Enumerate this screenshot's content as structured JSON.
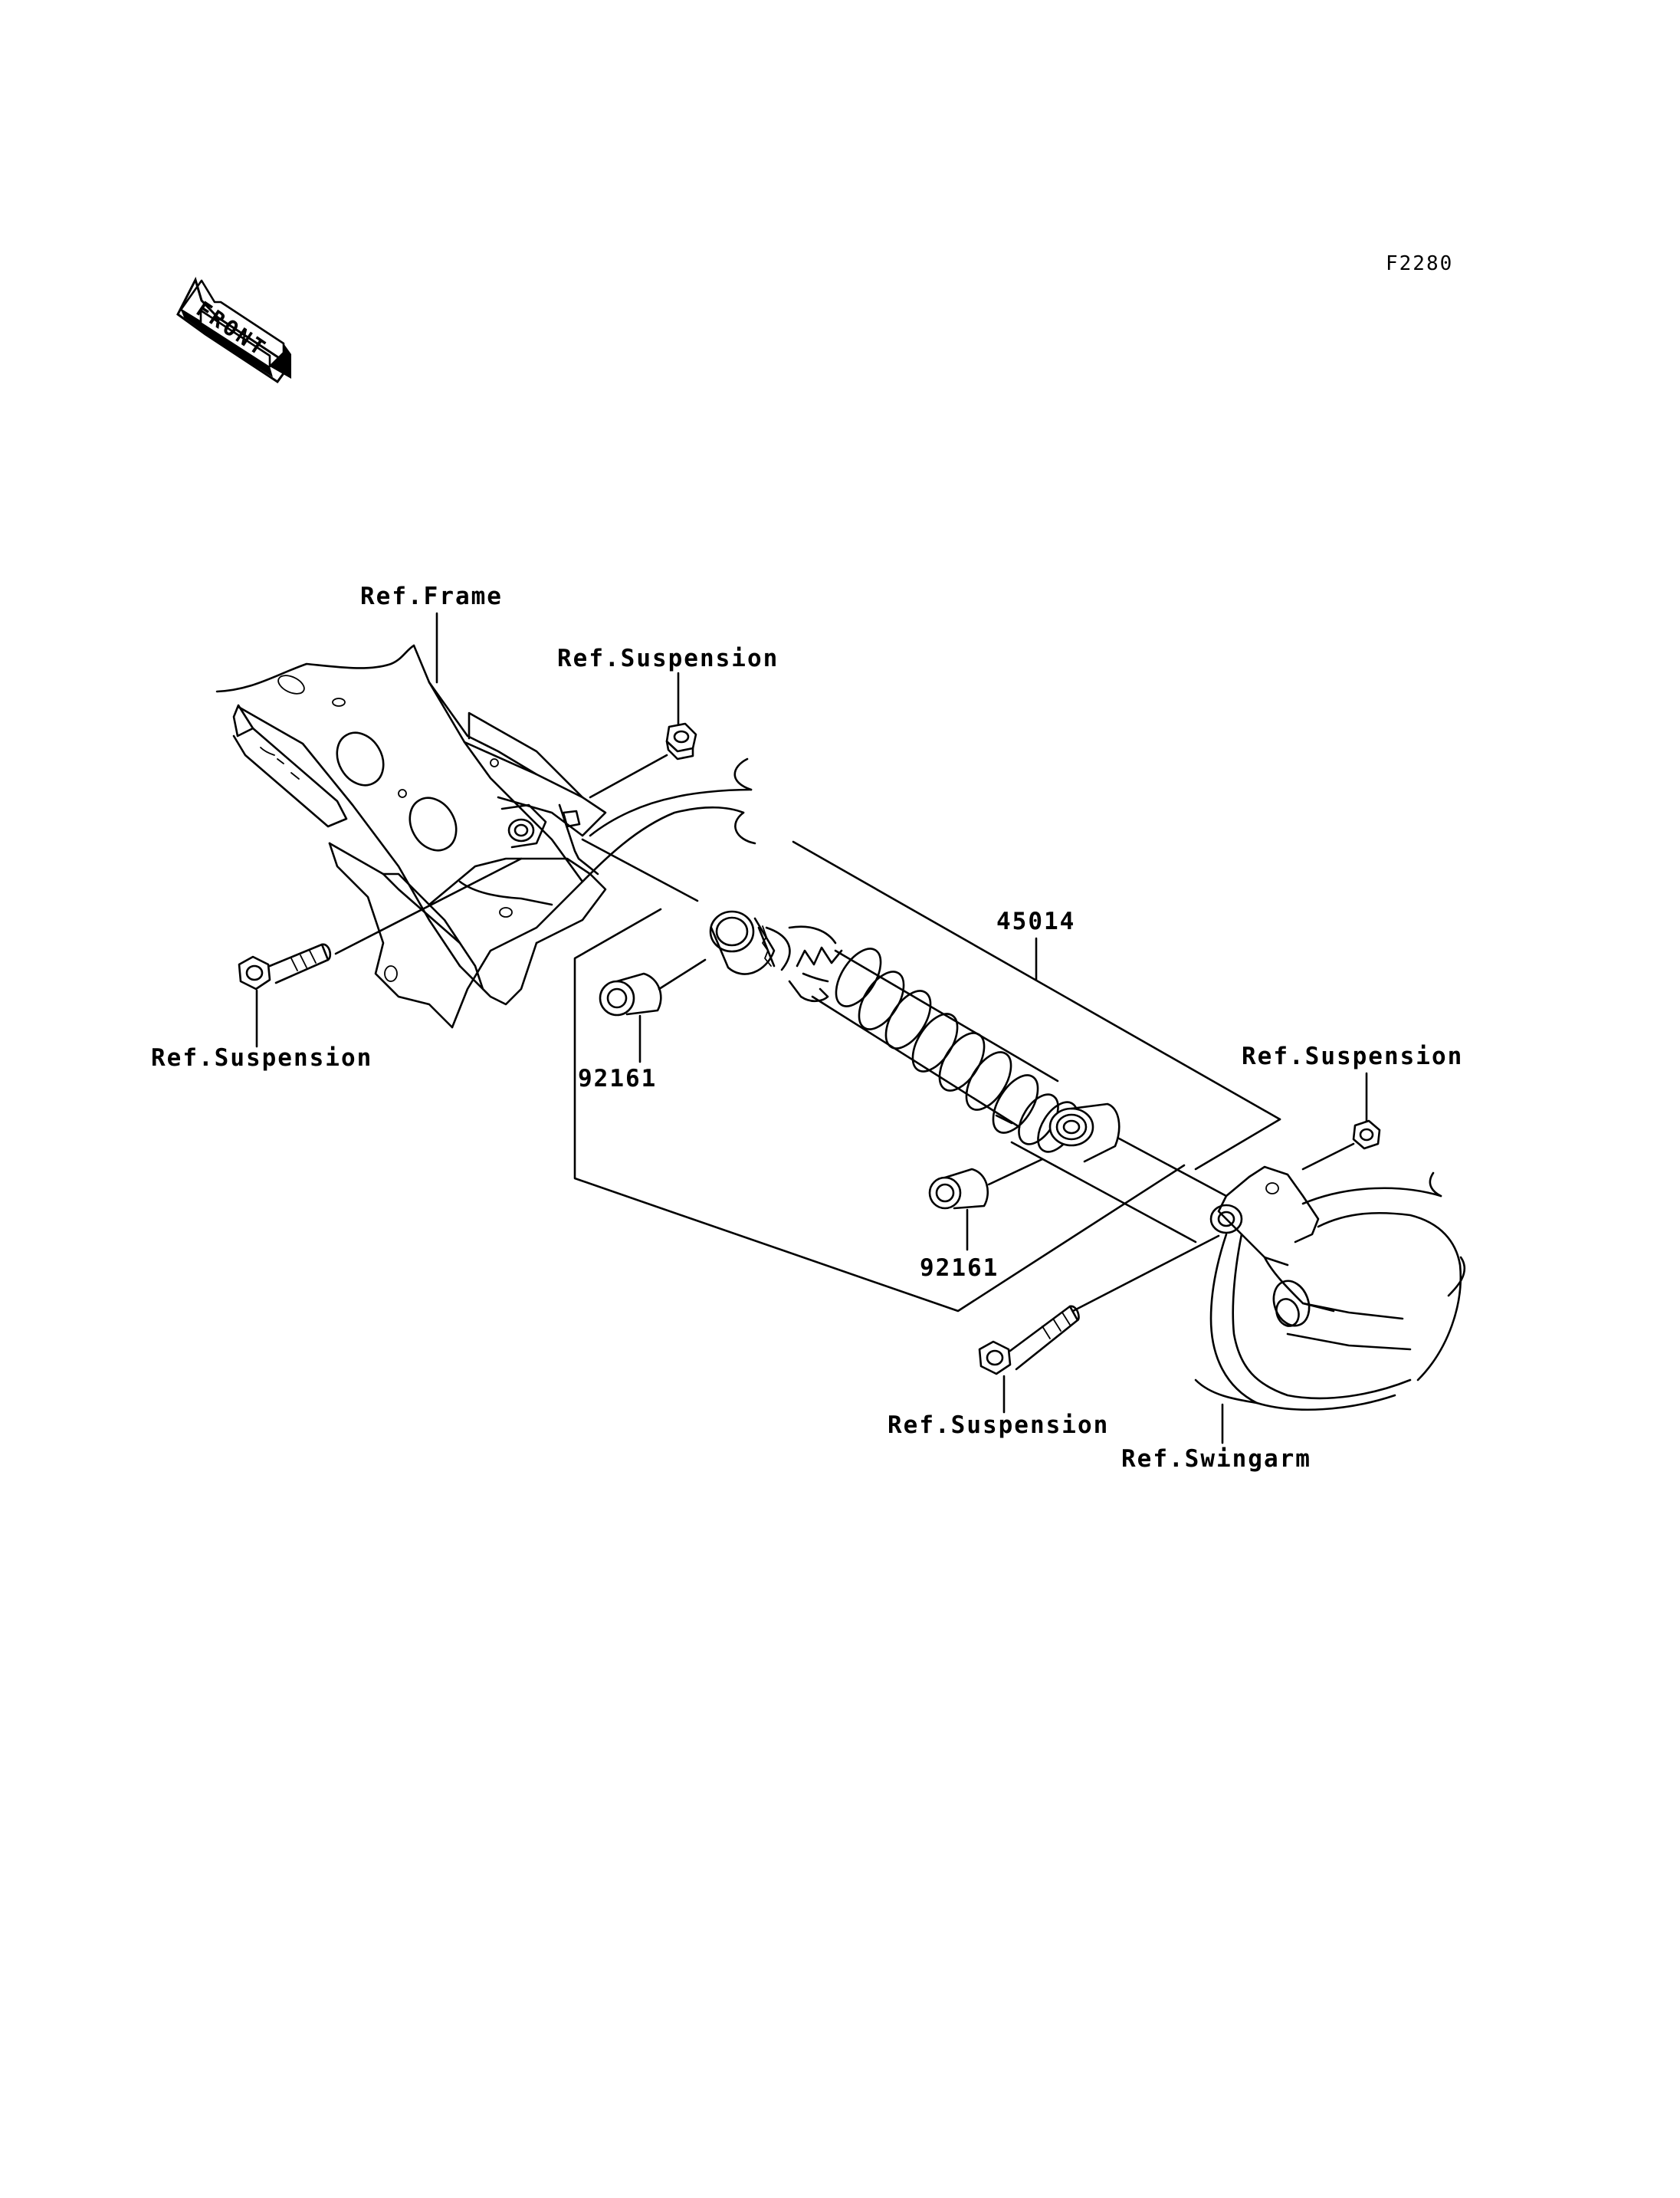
{
  "figure_code": "F2280",
  "front_arrow": {
    "text": "FRONT",
    "icon": "front-direction-arrow-icon"
  },
  "labels": {
    "ref_frame": "Ref.Frame",
    "ref_suspension_top": "Ref.Suspension",
    "ref_suspension_left": "Ref.Suspension",
    "ref_suspension_right": "Ref.Suspension",
    "ref_suspension_bottom": "Ref.Suspension",
    "ref_swingarm": "Ref.Swingarm",
    "part_shock_absorber": "45014",
    "part_bushing_upper": "92161",
    "part_bushing_lower": "92161"
  }
}
